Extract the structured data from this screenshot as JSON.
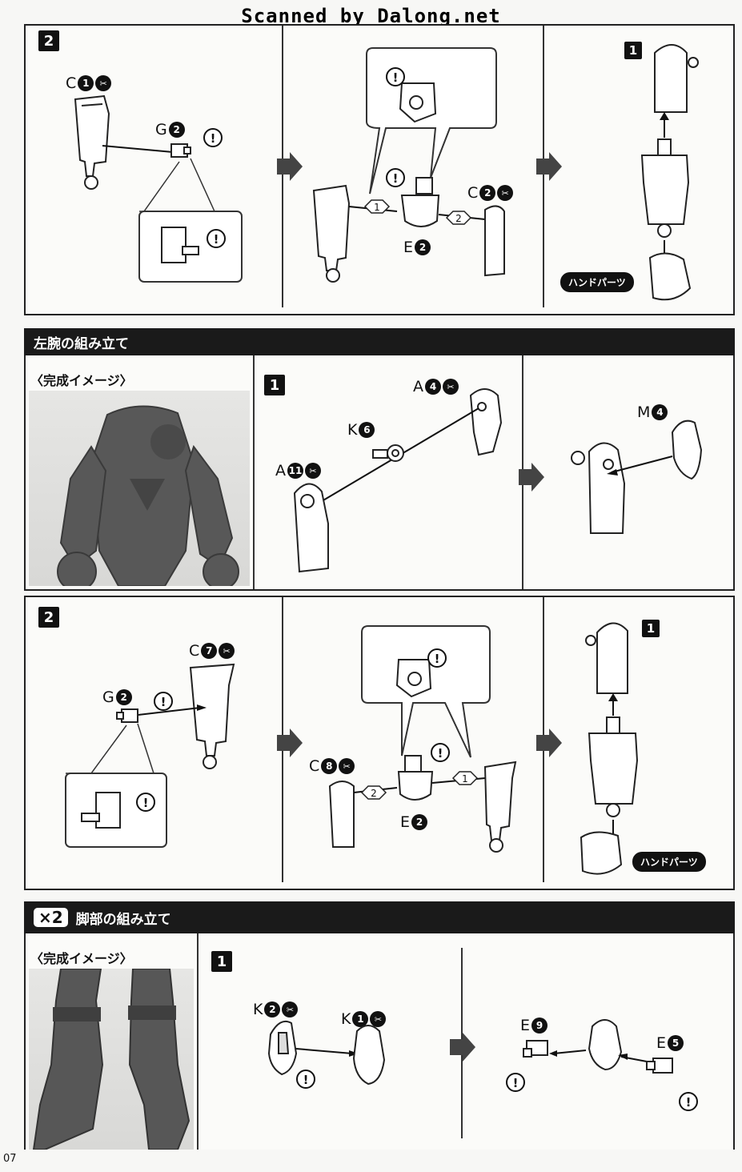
{
  "watermark": "Scanned by Dalong.net",
  "page_number": "07",
  "right_arm": {
    "step2": {
      "number": "2",
      "parts": {
        "c1": {
          "letter": "C",
          "num": "1"
        },
        "g2": {
          "letter": "G",
          "num": "2"
        },
        "c2": {
          "letter": "C",
          "num": "2"
        },
        "e2": {
          "letter": "E",
          "num": "2"
        }
      },
      "order": [
        "1",
        "2"
      ],
      "sub_step": "1",
      "hand_parts": "ハンドパーツ"
    }
  },
  "left_arm": {
    "title": "左腕の組み立て",
    "image_label": "〈完成イメージ〉",
    "step1": {
      "number": "1",
      "parts": {
        "a4": {
          "letter": "A",
          "num": "4"
        },
        "k6": {
          "letter": "K",
          "num": "6"
        },
        "a11": {
          "letter": "A",
          "num": "11"
        },
        "m4": {
          "letter": "M",
          "num": "4"
        }
      }
    },
    "step2": {
      "number": "2",
      "parts": {
        "c7": {
          "letter": "C",
          "num": "7"
        },
        "g2": {
          "letter": "G",
          "num": "2"
        },
        "c8": {
          "letter": "C",
          "num": "8"
        },
        "e2": {
          "letter": "E",
          "num": "2"
        }
      },
      "order": [
        "2",
        "1"
      ],
      "sub_step": "1",
      "hand_parts": "ハンドパーツ"
    }
  },
  "legs": {
    "multiplier": "×2",
    "title": "脚部の組み立て",
    "image_label": "〈完成イメージ〉",
    "step1": {
      "number": "1",
      "parts": {
        "k2": {
          "letter": "K",
          "num": "2"
        },
        "k1": {
          "letter": "K",
          "num": "1"
        },
        "e9": {
          "letter": "E",
          "num": "9"
        },
        "e5": {
          "letter": "E",
          "num": "5"
        }
      }
    }
  },
  "warning_symbol": "!",
  "icons": [
    "warning-icon",
    "cut-mark-icon",
    "arrow-right-icon"
  ]
}
